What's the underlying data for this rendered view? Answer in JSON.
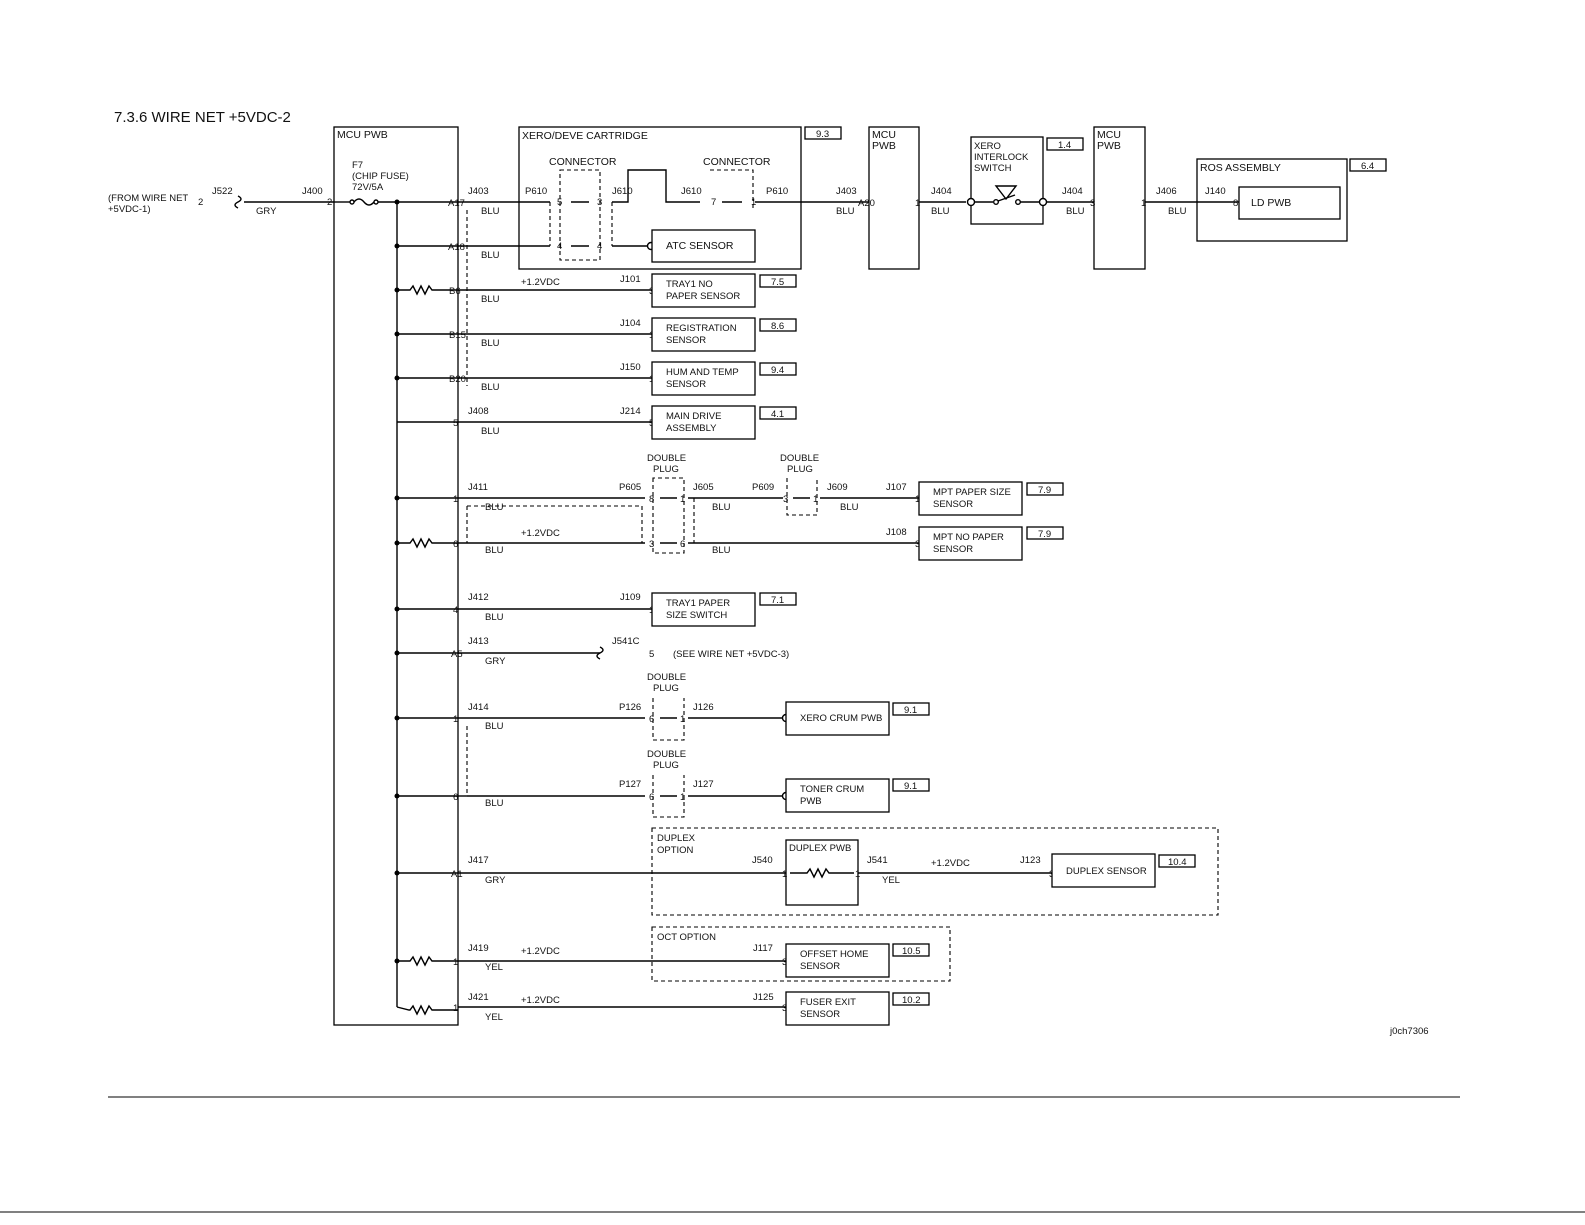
{
  "title": "7.3.6 WIRE NET +5VDC-2",
  "figure_id": "j0ch7306",
  "source": {
    "line1": "(FROM WIRE NET",
    "line2": "+5VDC-1)",
    "pin": "2",
    "connector": "J522",
    "color": "GRY"
  },
  "mcu": {
    "label": "MCU PWB",
    "fuse": {
      "ref": "F7",
      "desc": "(CHIP FUSE)",
      "rating": "72V/5A"
    },
    "in_conn": "J400",
    "in_pin": "2"
  },
  "xero": {
    "label": "XERO/DEVE CARTRIDGE",
    "ref": "9.3",
    "connector_label": "CONNECTOR",
    "j403": "J403",
    "a17": "A17",
    "a18": "A18",
    "p610": "P610",
    "j610": "J610",
    "pin5": "5",
    "pin3": "3",
    "pin4a": "4",
    "pin4b": "4",
    "pin7": "7",
    "pin1": "1",
    "atc": "ATC SENSOR",
    "blu": "BLU"
  },
  "chain": {
    "p610": "P610",
    "j403": "J403",
    "a20": "A20",
    "mcu_top": "MCU",
    "mcu_bot": "PWB",
    "j404a": "J404",
    "pin1": "1",
    "interlock": [
      "XERO",
      "INTERLOCK",
      "SWITCH"
    ],
    "interlock_ref": "1.4",
    "j404b": "J404",
    "pin3": "3",
    "j406": "J406",
    "j140": "J140",
    "pin8": "8",
    "ros": "ROS ASSEMBLY",
    "ros_ref": "6.4",
    "ldpwb": "LD PWB",
    "blu": "BLU"
  },
  "branches": [
    {
      "pin": "B6",
      "color": "BLU",
      "volt": "+1.2VDC",
      "conn": "J101",
      "dpin": "3",
      "device": [
        "TRAY1 NO",
        "PAPER SENSOR"
      ],
      "ref": "7.5"
    },
    {
      "pin": "B15",
      "color": "BLU",
      "volt": "",
      "conn": "J104",
      "dpin": "1",
      "device": [
        "REGISTRATION",
        "SENSOR"
      ],
      "ref": "8.6"
    },
    {
      "pin": "B20",
      "color": "BLU",
      "volt": "",
      "conn": "J150",
      "dpin": "1",
      "device": [
        "HUM AND TEMP",
        "SENSOR"
      ],
      "ref": "9.4"
    },
    {
      "pin": "5",
      "jconn": "J408",
      "color": "BLU",
      "volt": "",
      "conn": "J214",
      "dpin": "5",
      "device": [
        "MAIN DRIVE",
        "ASSEMBLY"
      ],
      "ref": "4.1"
    }
  ],
  "mpt": {
    "dbl": [
      "DOUBLE",
      "PLUG"
    ],
    "j411": "J411",
    "pin1": "1",
    "pin6": "6",
    "volt": "+1.2VDC",
    "blu": "BLU",
    "p605": "P605",
    "j605": "J605",
    "p609": "P609",
    "j609": "J609",
    "pins": {
      "a": "8",
      "b": "1",
      "c": "3",
      "d": "6",
      "e": "3",
      "f": "1"
    },
    "j107": "J107",
    "j108": "J108",
    "dpin1": "1",
    "dpin2": "3",
    "dev1": [
      "MPT PAPER SIZE",
      "SENSOR"
    ],
    "ref1": "7.9",
    "dev2": [
      "MPT NO PAPER",
      "SENSOR"
    ],
    "ref2": "7.9"
  },
  "tray1": {
    "pin": "4",
    "jconn": "J412",
    "color": "BLU",
    "conn": "J109",
    "dpin": "1",
    "device": [
      "TRAY1 PAPER",
      "SIZE SWITCH"
    ],
    "ref": "7.1"
  },
  "a5": {
    "pin": "A5",
    "jconn": "J413",
    "color": "GRY",
    "conn": "J541C",
    "dpin": "5",
    "note": "(SEE WIRE NET +5VDC-3)"
  },
  "crum": {
    "dbl": [
      "DOUBLE",
      "PLUG"
    ],
    "j414": "J414",
    "pin1": "1",
    "pin6": "6",
    "blu": "BLU",
    "p126": "P126",
    "j126": "J126",
    "p127": "P127",
    "j127": "J127",
    "pa": "6",
    "pb": "1",
    "pc": "6",
    "pd": "1",
    "xero": "XERO CRUM PWB",
    "xero_ref": "9.1",
    "toner": [
      "TONER CRUM",
      "PWB"
    ],
    "toner_ref": "9.1"
  },
  "duplex": {
    "option": [
      "DUPLEX",
      "OPTION"
    ],
    "pin": "A1",
    "jconn": "J417",
    "color": "GRY",
    "j540": "J540",
    "pwb": "DUPLEX PWB",
    "p1": "1",
    "p2": "1",
    "j541": "J541",
    "color2": "YEL",
    "volt": "+1.2VDC",
    "j123": "J123",
    "dpin": "3",
    "sensor": "DUPLEX SENSOR",
    "ref": "10.4"
  },
  "oct": {
    "option": "OCT OPTION",
    "pin": "1",
    "jconn": "J419",
    "color": "YEL",
    "volt": "+1.2VDC",
    "conn": "J117",
    "dpin": "3",
    "device": [
      "OFFSET HOME",
      "SENSOR"
    ],
    "ref": "10.5"
  },
  "fuser": {
    "pin": "1",
    "jconn": "J421",
    "color": "YEL",
    "volt": "+1.2VDC",
    "conn": "J125",
    "dpin": "3",
    "device": [
      "FUSER EXIT",
      "SENSOR"
    ],
    "ref": "10.2"
  }
}
